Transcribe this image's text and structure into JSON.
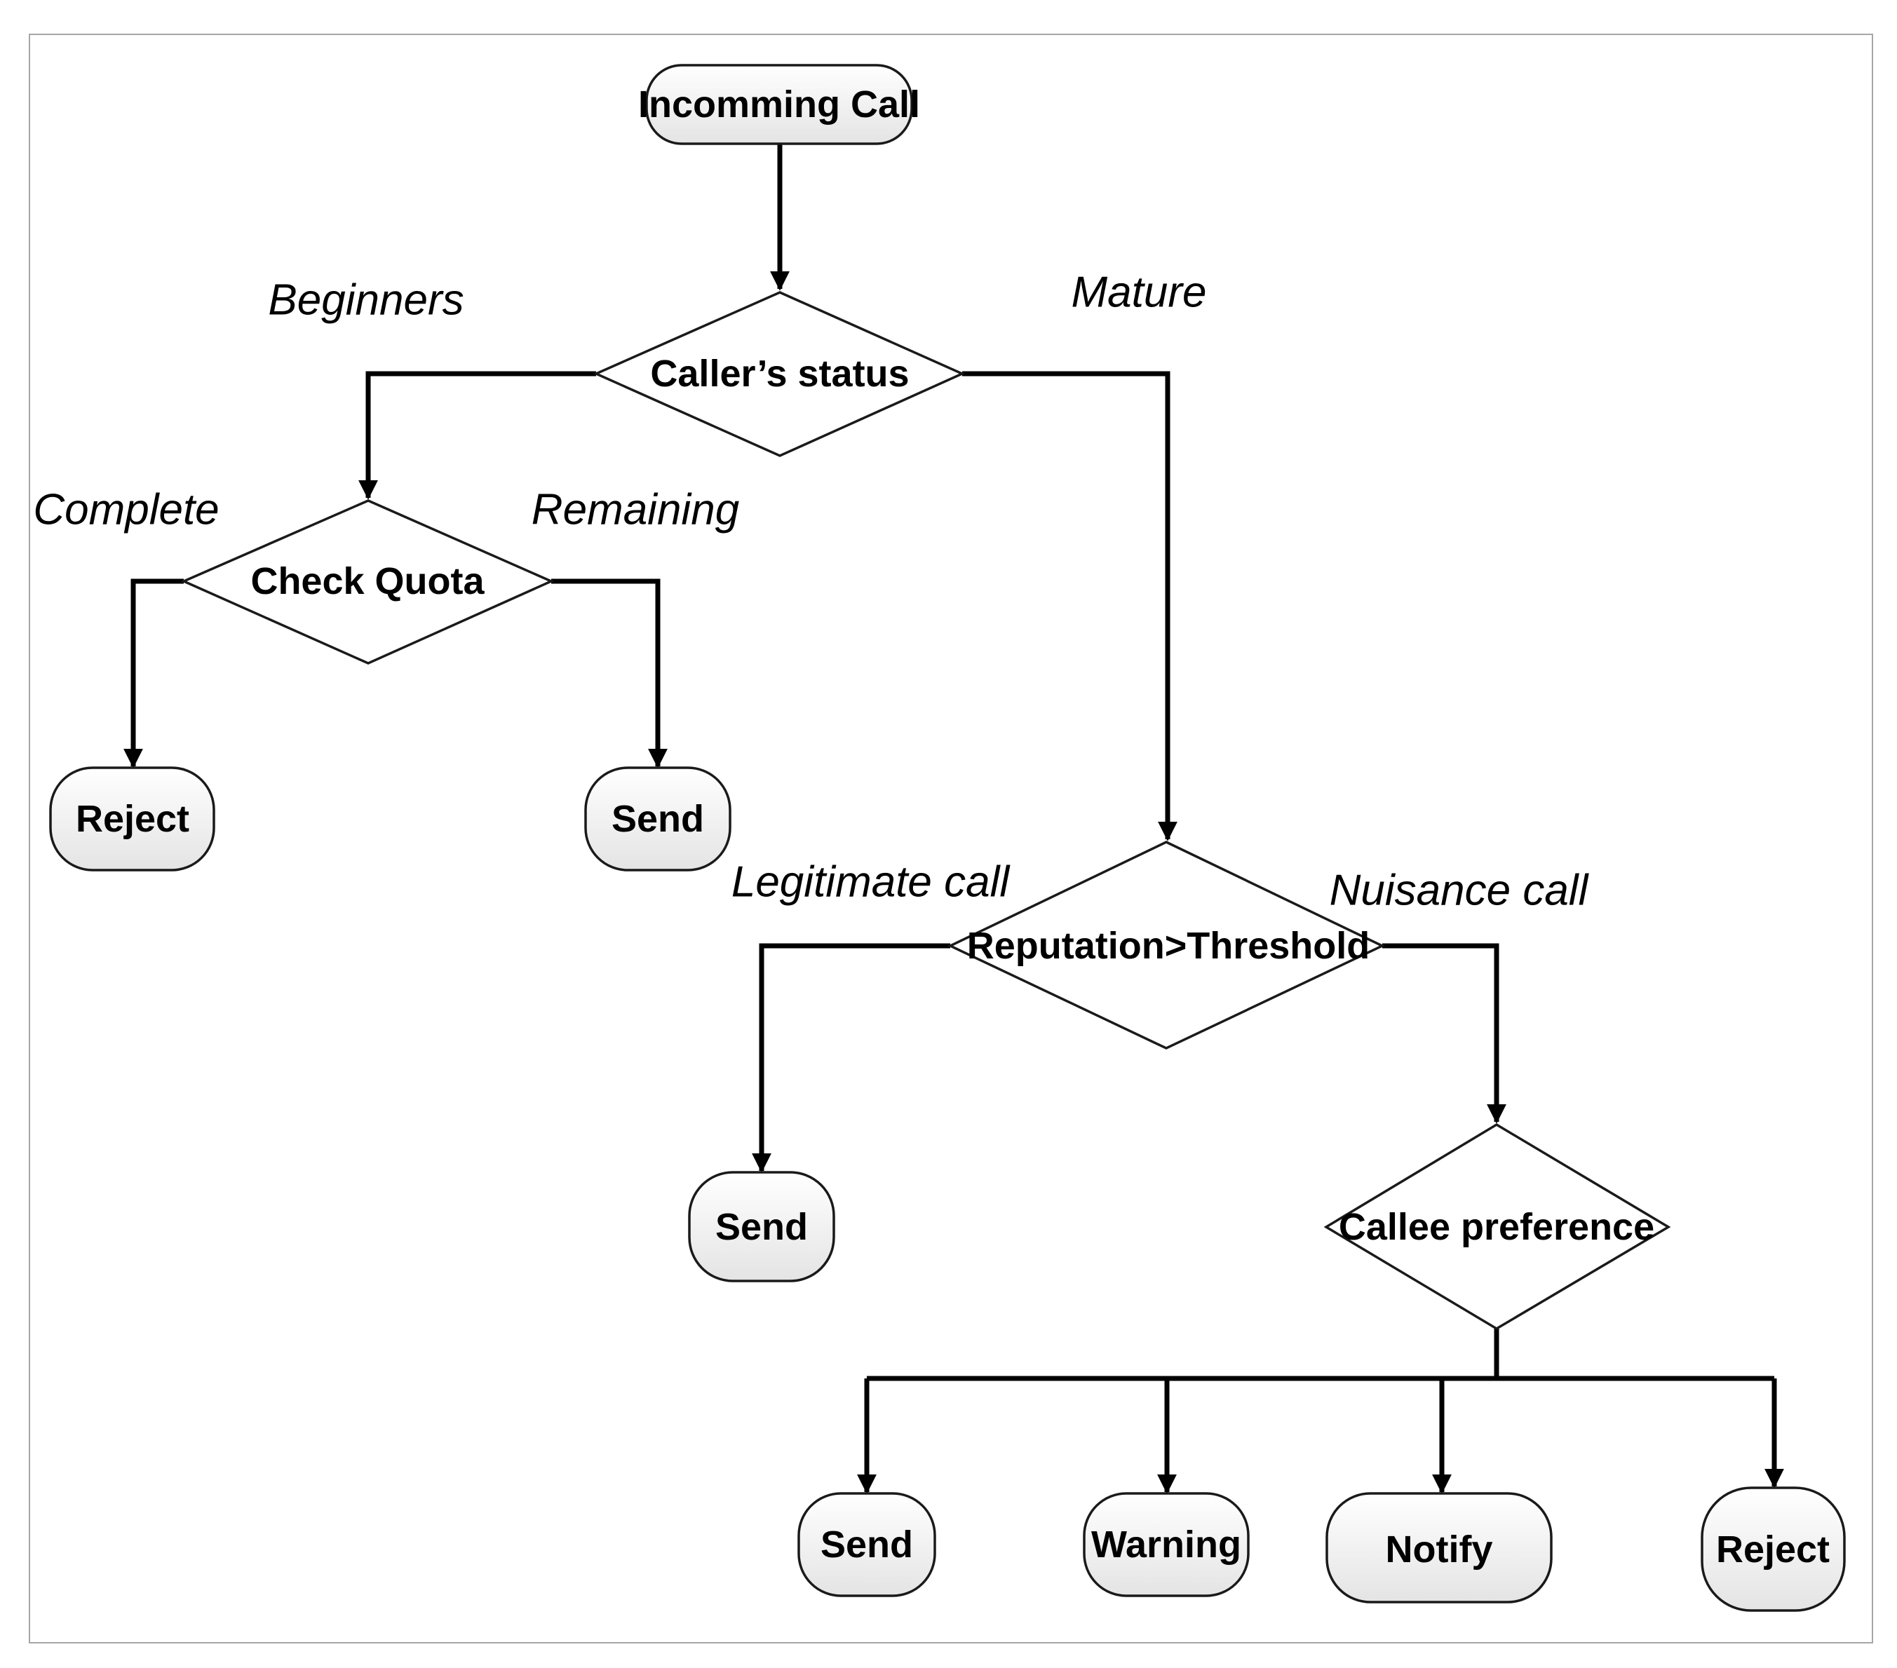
{
  "nodes": {
    "incoming_call": "Incomming Call",
    "callers_status": "Caller’s status",
    "check_quota": "Check Quota",
    "reject_quota": "Reject",
    "send_quota": "Send",
    "reputation": "Reputation>Threshold",
    "send_legit": "Send",
    "callee_pref": "Callee preference",
    "send_pref": "Send",
    "warning_pref": "Warning",
    "notify_pref": "Notify",
    "reject_pref": "Reject"
  },
  "edge_labels": {
    "beginners": "Beginners",
    "mature": "Mature",
    "complete": "Complete",
    "remaining": "Remaining",
    "legitimate": "Legitimate call",
    "nuisance": "Nuisance call"
  },
  "colors": {
    "line": "#000000",
    "terminal_fill_top": "#ffffff",
    "terminal_fill_bottom": "#e6e6e6",
    "frame": "#a6a6a6"
  }
}
